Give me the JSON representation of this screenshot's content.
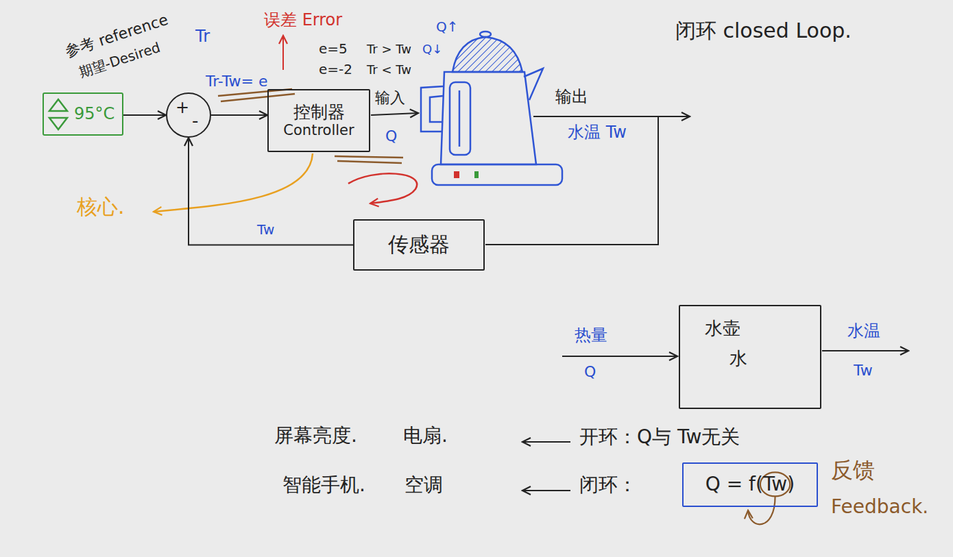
{
  "diagram": {
    "nodes": [
      {
        "text": [
          "95°C"
        ]
      },
      {
        "text": [
          "+",
          "-"
        ]
      },
      {
        "text": [
          "控制器",
          "Controller"
        ]
      },
      {
        "text": [
          "传感器"
        ]
      },
      {
        "text": [
          "水壶",
          "水"
        ]
      },
      {
        "text": [
          "Q = f(Tw)"
        ]
      }
    ],
    "edges": [
      {
        "from": 0,
        "to": 1,
        "arrow": "to"
      },
      {
        "from": 1,
        "to": 2,
        "label": "Tr-Tw= e",
        "arrow": "to"
      },
      {
        "from": 3,
        "to": 1,
        "label": "Tw",
        "arrow": "to"
      }
    ],
    "labels": [
      "参考 reference",
      "Tr",
      "期望-Desired",
      "误差 Error",
      "e=5",
      "Tr > Tw",
      "Q↑",
      "e=-2",
      "Tr < Tw",
      "Q↓",
      "输入",
      "Q",
      "输出",
      "水温 Tw",
      "核心.",
      "闭环 closed Loop.",
      "热量",
      "Q",
      "水温",
      "Tw",
      "屏幕亮度.",
      "电扇.",
      "开环：Q与 Tw无关",
      "智能手机.",
      "空调",
      "闭环：",
      "反馈",
      "Feedback."
    ]
  }
}
